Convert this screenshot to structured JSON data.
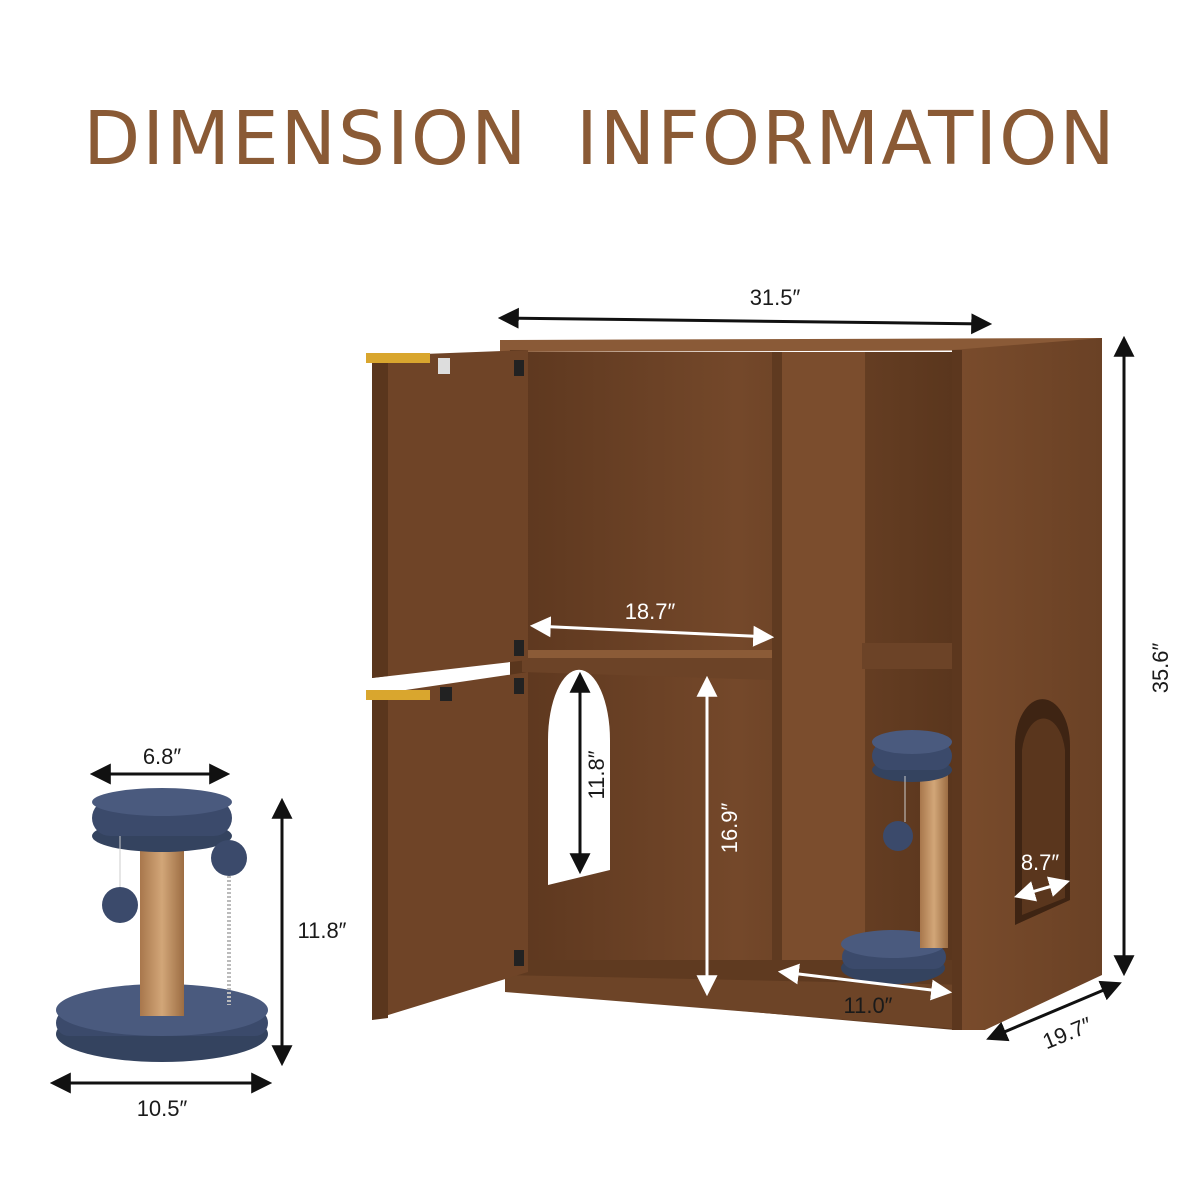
{
  "title": "DIMENSION  INFORMATION",
  "colors": {
    "title": "#8a5a35",
    "wood": "#6b4226",
    "wood_dark": "#4a2c17",
    "wood_light": "#7d4f2e",
    "plush": "#3b4a6b",
    "sisal": "#b8875a",
    "hinge": "#d9a62e"
  },
  "dimensions": {
    "cabinet_width": "31.5″",
    "cabinet_height": "35.6″",
    "cabinet_depth": "19.7″",
    "shelf_width": "18.7″",
    "arch_height": "11.8″",
    "lower_height": "16.9″",
    "side_floor": "11.0″",
    "side_hole": "8.7″",
    "tree_top": "6.8″",
    "tree_height": "11.8″",
    "tree_base": "10.5″"
  }
}
